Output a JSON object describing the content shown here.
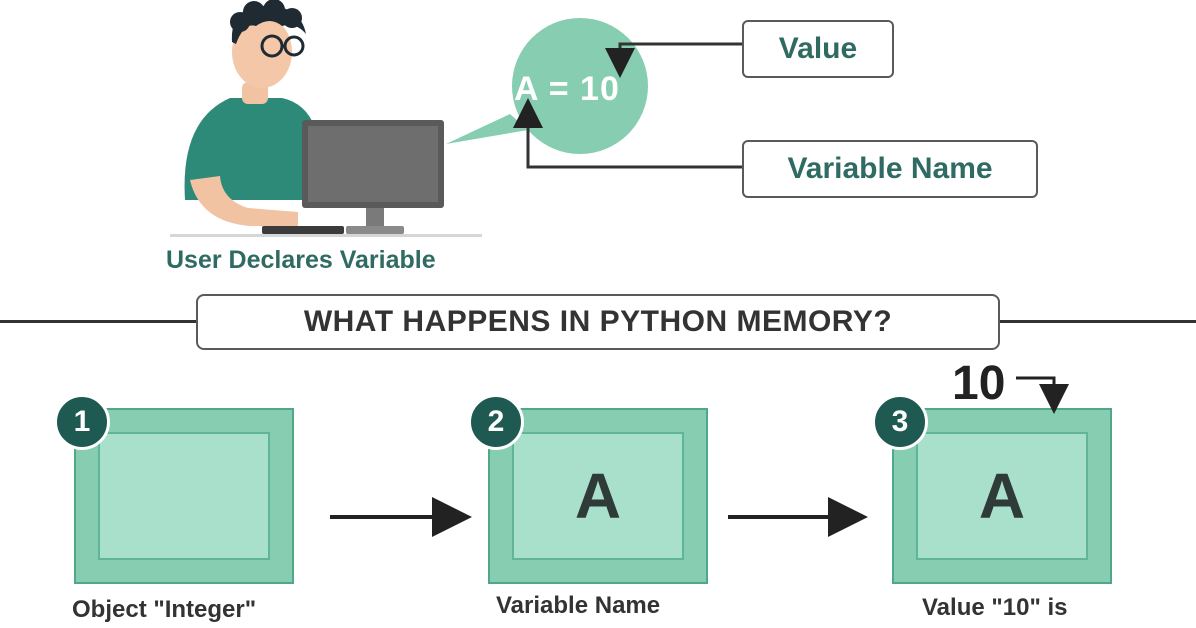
{
  "top": {
    "formula": "A = 10",
    "value_label": "Value",
    "variable_name_label": "Variable Name",
    "caption": "User Declares Variable"
  },
  "section_title": "WHAT HAPPENS IN PYTHON MEMORY?",
  "steps": [
    {
      "number": "1",
      "content": "",
      "caption": "Object \"Integer\""
    },
    {
      "number": "2",
      "content": "A",
      "caption": "Variable Name"
    },
    {
      "number": "3",
      "content": "A",
      "caption": "Value \"10\" is",
      "value": "10"
    }
  ],
  "colors": {
    "accent_green": "#86cdb1",
    "dark_teal": "#1f5a52",
    "text_teal": "#2f6b62"
  }
}
